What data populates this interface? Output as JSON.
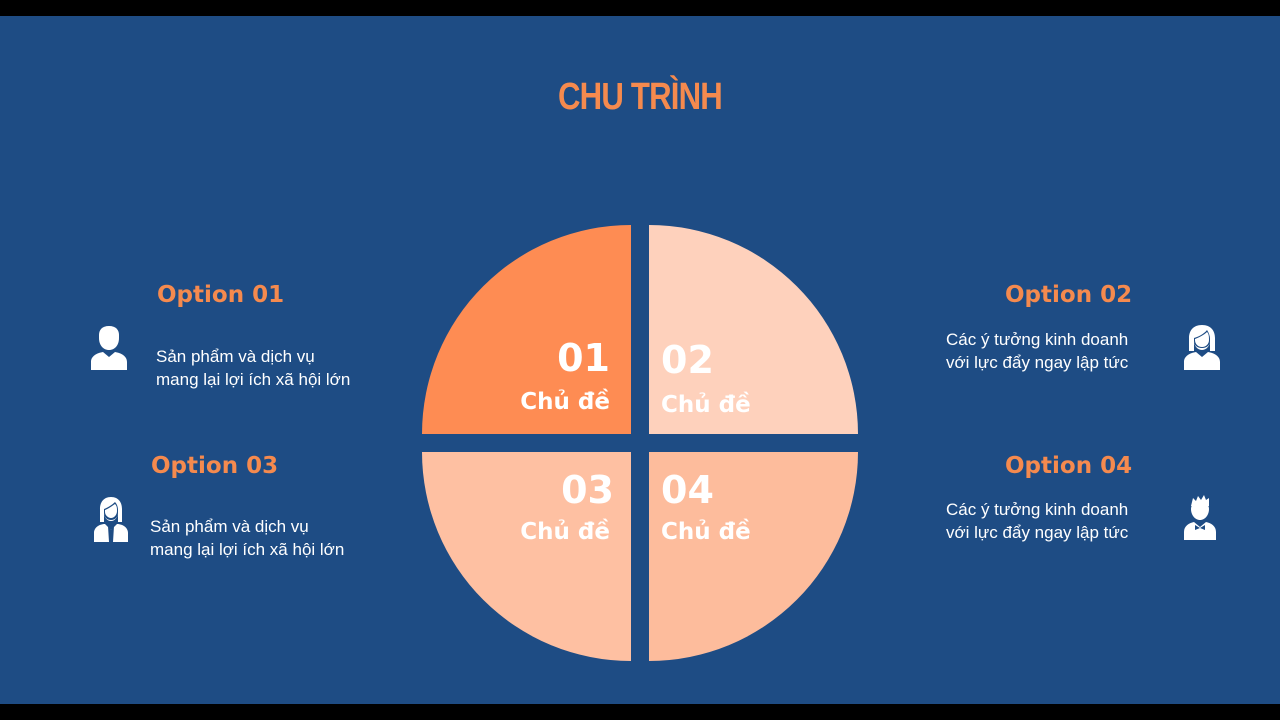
{
  "slide": {
    "title": "CHU TRÌNH",
    "colors": {
      "background": "#1e4c84",
      "accent": "#f58a4e",
      "q1": "#fe8c53",
      "q2": "#fed1bc",
      "q3": "#fec0a2",
      "q4": "#fdbc9c"
    }
  },
  "cycle": {
    "quadrants": [
      {
        "number": "01",
        "label": "Chủ đề"
      },
      {
        "number": "02",
        "label": "Chủ đề"
      },
      {
        "number": "03",
        "label": "Chủ đề"
      },
      {
        "number": "04",
        "label": "Chủ đề"
      }
    ]
  },
  "options": [
    {
      "title": "Option 01",
      "line1": "Sản phẩm và dịch vụ",
      "line2": "mang lại lợi ích xã hội lớn",
      "icon": "man-icon"
    },
    {
      "title": "Option 02",
      "line1": "Các ý tưởng kinh doanh",
      "line2": "với lực đẩy ngay lập tức",
      "icon": "woman-icon"
    },
    {
      "title": "Option 03",
      "line1": "Sản phẩm và dịch vụ",
      "line2": "mang lại lợi ích xã hội lớn",
      "icon": "businesswoman-icon"
    },
    {
      "title": "Option 04",
      "line1": "Các ý tưởng kinh doanh",
      "line2": "với lực đẩy ngay lập tức",
      "icon": "businessman-icon"
    }
  ]
}
